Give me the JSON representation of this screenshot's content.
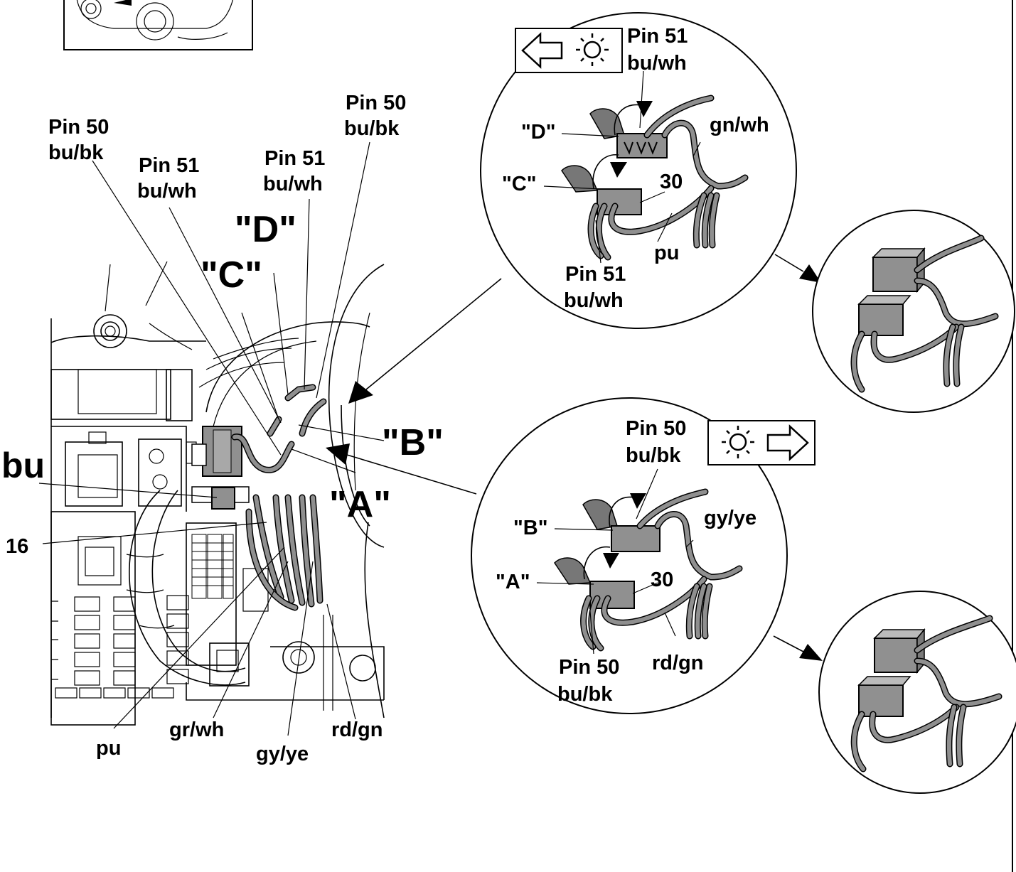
{
  "main": {
    "labels": {
      "pin50_bubk_left": [
        "Pin 50",
        "bu/bk"
      ],
      "pin51_buwh_left": [
        "Pin 51",
        "bu/wh"
      ],
      "pin51_buwh_mid": [
        "Pin 51",
        "bu/wh"
      ],
      "pin50_bubk_mid": [
        "Pin 50",
        "bu/bk"
      ],
      "conn_d": "\"D\"",
      "conn_c": "\"C\"",
      "conn_b": "\"B\"",
      "conn_a": "\"A\"",
      "bu": "bu",
      "n16": "16",
      "pu": "pu",
      "grwh": "gr/wh",
      "gyye": "gy/ye",
      "rdgn": "rd/gn"
    },
    "detail_top": {
      "pin51_top": [
        "Pin 51",
        "bu/wh"
      ],
      "pin51_bottom": [
        "Pin 51",
        "bu/wh"
      ],
      "conn_d": "\"D\"",
      "conn_c": "\"C\"",
      "gnwh": "gn/wh",
      "n30": "30",
      "pu": "pu",
      "indicator_icons": [
        "arrow-left-icon",
        "lamp-icon"
      ]
    },
    "detail_bottom": {
      "pin50_top": [
        "Pin 50",
        "bu/bk"
      ],
      "pin50_bottom": [
        "Pin 50",
        "bu/bk"
      ],
      "conn_b": "\"B\"",
      "conn_a": "\"A\"",
      "gyye": "gy/ye",
      "n30": "30",
      "rdgn": "rd/gn",
      "indicator_icons": [
        "lamp-icon",
        "arrow-right-icon"
      ]
    },
    "colors": {
      "line": "#000000",
      "wire_fill": "#8f8f8f",
      "connector": "#909090",
      "background": "#ffffff"
    }
  }
}
